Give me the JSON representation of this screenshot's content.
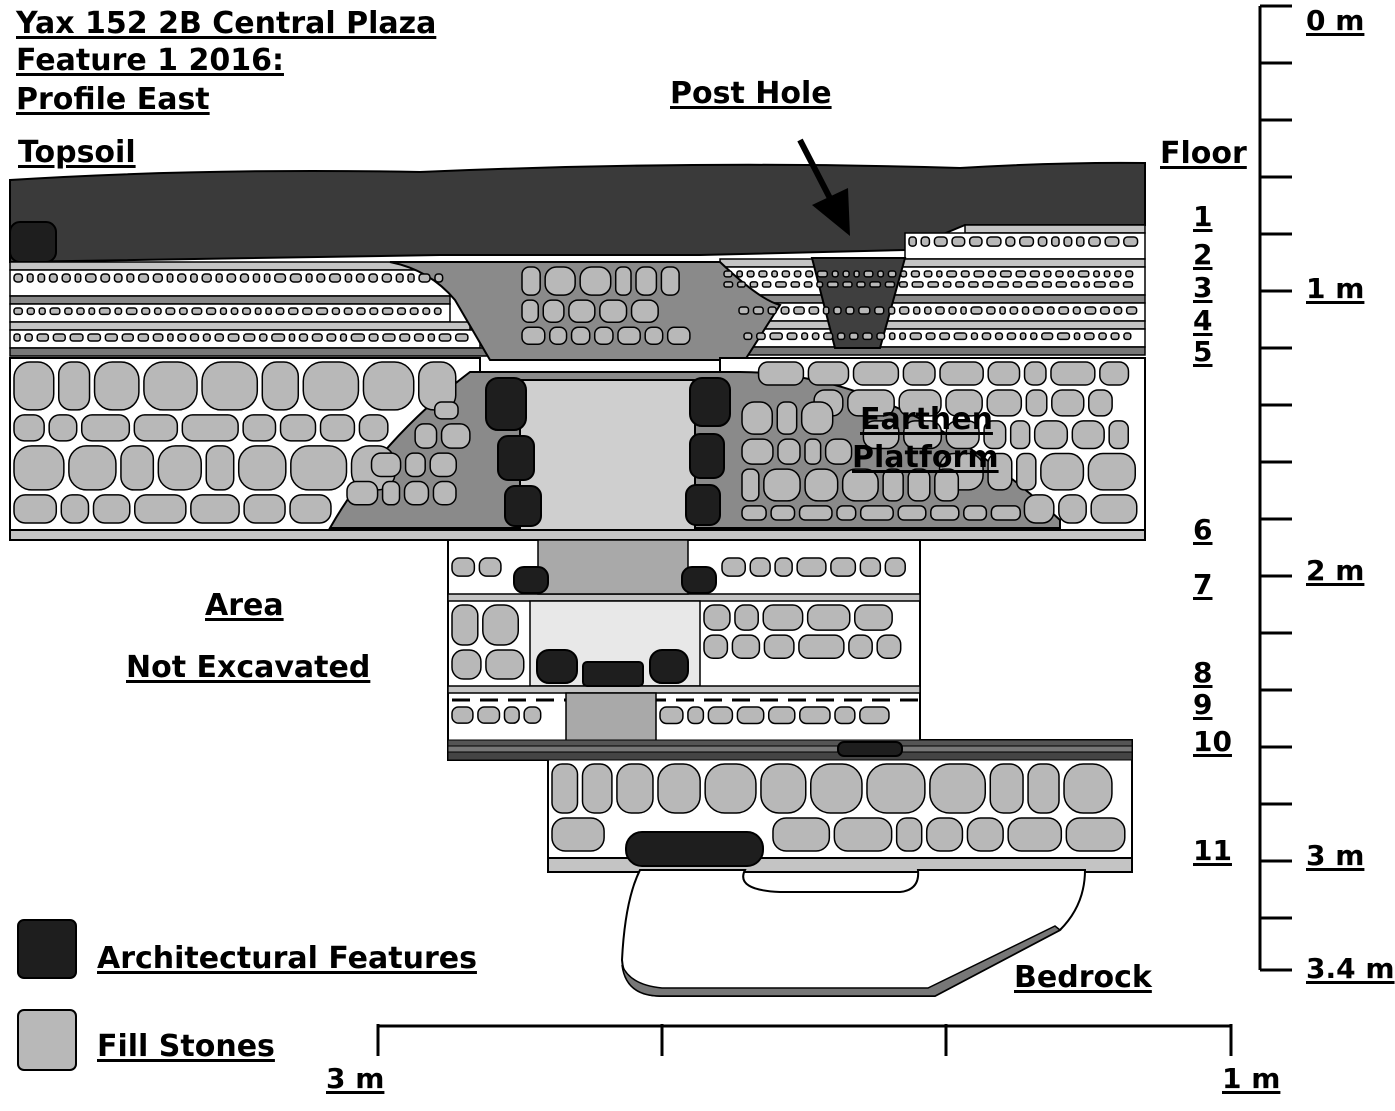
{
  "title": {
    "line1": "Yax 152  2B Central Plaza",
    "line2": "Feature 1 2016:",
    "line3": "Profile East"
  },
  "labels": {
    "topsoil": "Topsoil",
    "post_hole": "Post Hole",
    "floor": "Floor",
    "earthen_platform_1": "Earthen",
    "earthen_platform_2": "Platform",
    "area_not_excavated_1": "Area",
    "area_not_excavated_2": "Not Excavated",
    "bedrock": "Bedrock"
  },
  "floors": [
    "1",
    "2",
    "3",
    "4",
    "5",
    "6",
    "7",
    "8",
    "9",
    "10",
    "11"
  ],
  "vertical_scale": {
    "top": "0 m",
    "m1": "1 m",
    "m2": "2 m",
    "m3": "3 m",
    "bottom": "3.4 m"
  },
  "horizontal_scale": {
    "left": "3 m",
    "right": "1 m"
  },
  "legend": {
    "architectural": "Architectural Features",
    "fill": "Fill Stones"
  },
  "colors": {
    "topsoil": "#3a3a3a",
    "earthen_platform": "#8a8a8a",
    "architectural": "#1e1e1e",
    "fill_stone": "#b8b8b8",
    "floor_band": "#c4c4c4",
    "dark_floor": "#555555"
  }
}
